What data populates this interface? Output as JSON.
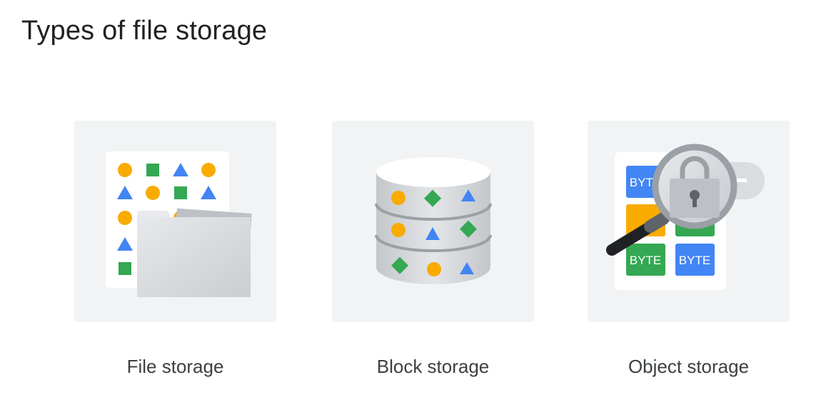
{
  "page": {
    "title": "Types of file storage"
  },
  "colors": {
    "yellow": "#F9AB00",
    "green": "#34A853",
    "blue": "#4285F4",
    "card_bg": "#F1F3F4",
    "text": "#202124"
  },
  "cards": [
    {
      "label": "File storage",
      "icon": "folder-with-shapes-icon"
    },
    {
      "label": "Block storage",
      "icon": "database-cylinder-icon"
    },
    {
      "label": "Object storage",
      "icon": "magnifier-lock-bytes-icon",
      "byte_label": "BYTE"
    }
  ]
}
